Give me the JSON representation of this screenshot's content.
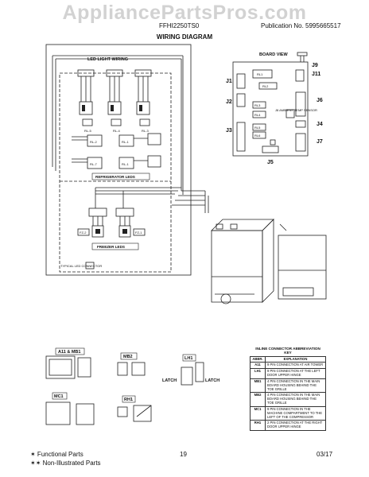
{
  "header": {
    "watermark": "AppliancePartsPros.com",
    "model": "FFHI2250TS0",
    "publication": "Publication No.  5995665517",
    "title": "WIRING DIAGRAM"
  },
  "left_diagram": {
    "led_light_wiring": "LED LIGHT WIRING",
    "refrigerator_leds": "REFRIGERATOR LEDS",
    "freezer_leds": "FREEZER LEDS",
    "typical_led_connector": "TYPICAL LED CONNECTOR",
    "modules_top": [
      "RL-5",
      "RL-4",
      "RL-3"
    ],
    "modules_mid": [
      "RL-2",
      "RL-1"
    ],
    "modules_low": [
      "RL-7",
      "RL-1"
    ],
    "freezer_modules": [
      "FZ-2",
      "FZ-1"
    ]
  },
  "board": {
    "title": "BOARD VIEW",
    "connectors": [
      "J9",
      "J11",
      "J1",
      "J6",
      "J2",
      "J4",
      "J3",
      "J7",
      "J5"
    ],
    "relays": [
      "RL1",
      "RL2",
      "RL3",
      "RL4",
      "RL5",
      "RL6"
    ],
    "sensor_label": "J8 AMBIENT TEMP SENSOR"
  },
  "connectors_bottom": {
    "a11_mb1": "A11 & MB1",
    "mb2": "MB2",
    "lh1": "LH1",
    "latch_left": "LATCH",
    "latch_right": "LATCH",
    "mc1": "MC1",
    "rh1": "RH1"
  },
  "key_table": {
    "title": "INLINE CONNECTOR ABBREVIATION KEY",
    "col_abbr": "ABBR.",
    "col_expl": "EXPLANATION",
    "rows": [
      {
        "abbr": "A11",
        "text": "9 PIN CONNECTION AT AIR TOWER"
      },
      {
        "abbr": "LH1",
        "text": "9 PIN CONNECTION AT THE LEFT DOOR UPPER HINGE"
      },
      {
        "abbr": "MB1",
        "text": "4 PIN CONNECTION IN THE MAIN BOARD HOUSING BEHIND THE TOE GRILLE"
      },
      {
        "abbr": "MB2",
        "text": "4 PIN CONNECTION IN THE MAIN BOARD HOUSING BEHIND THE TOE GRILLE"
      },
      {
        "abbr": "MC1",
        "text": "9 PIN CONNECTION IN THE MACHINE COMPARTMENT TO THE LEFT OF THE COMPRESSOR"
      },
      {
        "abbr": "RH1",
        "text": "2 PIN CONNECTION AT THE RIGHT DOOR UPPER HINGE"
      }
    ]
  },
  "footer": {
    "functional": "✶ Functional Parts",
    "non_illustrated": "✶✶ Non-Illustrated Parts",
    "page": "19",
    "date": "03/17"
  }
}
